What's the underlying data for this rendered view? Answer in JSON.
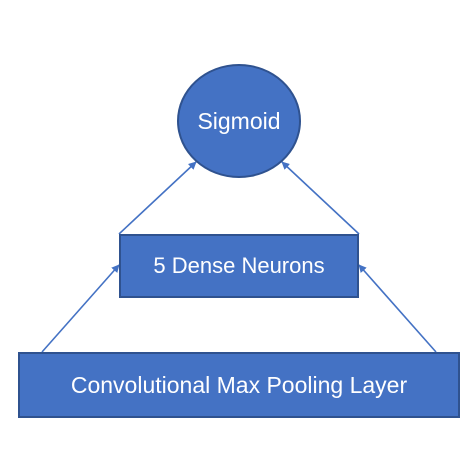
{
  "diagram": {
    "nodes": [
      {
        "id": "sigmoid",
        "label": "Sigmoid"
      },
      {
        "id": "dense",
        "label": "5 Dense Neurons"
      },
      {
        "id": "conv",
        "label": "Convolutional Max Pooling Layer"
      }
    ],
    "edges": [
      {
        "from": "dense",
        "to": "sigmoid"
      },
      {
        "from": "dense",
        "to": "sigmoid"
      },
      {
        "from": "conv",
        "to": "dense"
      },
      {
        "from": "conv",
        "to": "dense"
      }
    ]
  },
  "colors": {
    "node_fill": "#4472c4",
    "node_border": "#2f528f",
    "arrow": "#4472c4",
    "text": "#ffffff"
  }
}
